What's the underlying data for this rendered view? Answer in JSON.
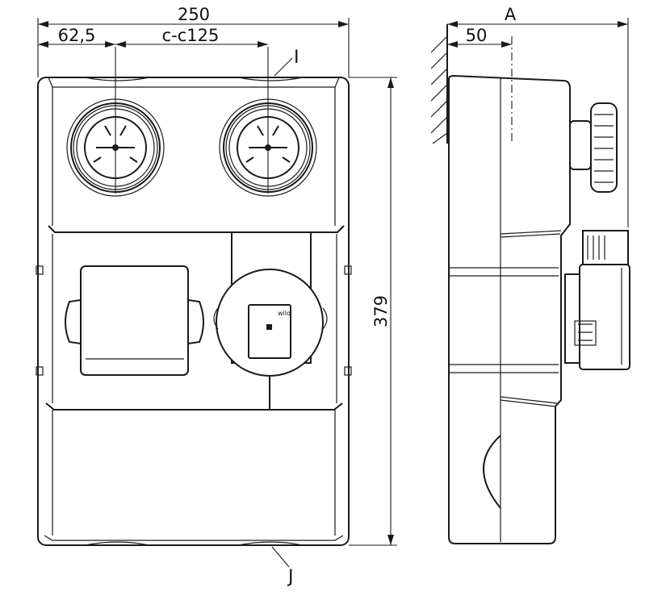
{
  "dimensions": {
    "overall_width": "250",
    "left_offset": "62,5",
    "center_to_center": "c-c125",
    "overall_height": "379",
    "side_depth": "A",
    "wall_offset": "50"
  },
  "callouts": {
    "top_label": "I",
    "bottom_label": "J"
  },
  "pump_brand": "wilo",
  "colors": {
    "line": "#1a1a1a",
    "background": "#ffffff"
  }
}
